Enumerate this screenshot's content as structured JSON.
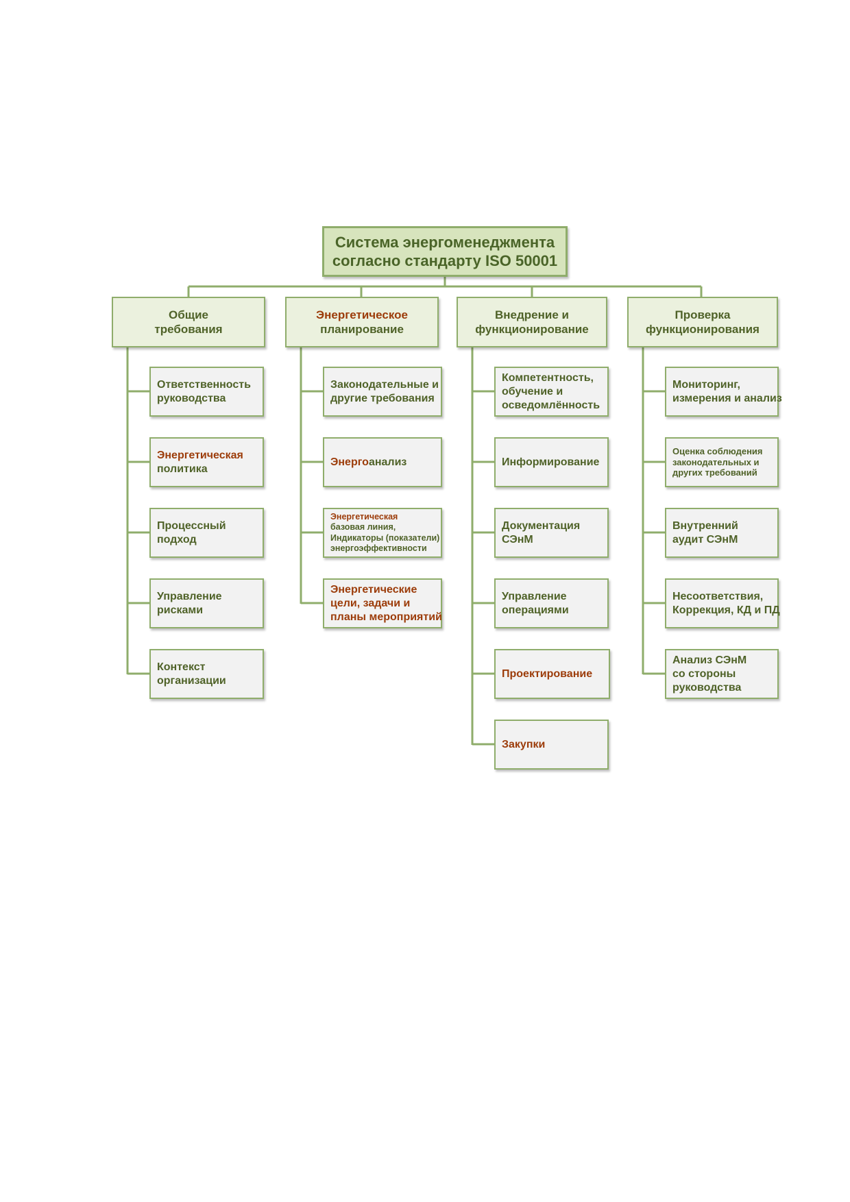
{
  "diagram": {
    "root": {
      "line1": "Система энергоменеджмента",
      "line2": "согласно стандарту ISO 50001"
    },
    "columns": [
      {
        "title_line1": "Общие",
        "title_line2": "требования",
        "items": [
          {
            "line1": "Ответственность",
            "line2": "руководства"
          },
          {
            "line1": "Энергетическая",
            "line2": "политика"
          },
          {
            "line1": "Процессный",
            "line2": "подход"
          },
          {
            "line1": "Управление",
            "line2": "рисками"
          },
          {
            "line1": "Контекст",
            "line2": "организации"
          }
        ]
      },
      {
        "title_line1": "Энергетическое",
        "title_line2": "планирование",
        "items": [
          {
            "line1": "Законодательные и",
            "line2": "другие требования"
          },
          {
            "part1": "Энерго",
            "part2": "анализ"
          },
          {
            "line1": "Энергетическая",
            "line2": "базовая линия,",
            "line3": "Индикаторы (показатели)",
            "line4": "энергоэффективности"
          },
          {
            "line1": "Энергетические",
            "line2": "цели, задачи и",
            "line3": "планы мероприятий"
          }
        ]
      },
      {
        "title_line1": "Внедрение и",
        "title_line2": "функционирование",
        "items": [
          {
            "line1": "Компетентность,",
            "line2": "обучение и",
            "line3": "осведомлённость"
          },
          {
            "line1": "Информирование"
          },
          {
            "line1": "Документация",
            "line2": "СЭнМ"
          },
          {
            "line1": "Управление",
            "line2": "операциями"
          },
          {
            "line1": "Проектирование"
          },
          {
            "line1": "Закупки"
          }
        ]
      },
      {
        "title_line1": "Проверка",
        "title_line2": "функционирования",
        "items": [
          {
            "line1": "Мониторинг,",
            "line2": "измерения и анализ"
          },
          {
            "line1": "Оценка соблюдения",
            "line2": "законодательных и",
            "line3": "других требований"
          },
          {
            "line1": "Внутренний",
            "line2": "аудит СЭнМ"
          },
          {
            "line1": "Несоответствия,",
            "line2": "Коррекция, КД и ПД"
          },
          {
            "line1": "Анализ СЭнМ",
            "line2": "со стороны",
            "line3": "руководства"
          }
        ]
      }
    ]
  },
  "colors": {
    "border": "#8fad6b",
    "root_fill": "#d7e4bd",
    "category_fill": "#ebf1de",
    "item_fill": "#f2f2f2",
    "text_green": "#4f6228",
    "text_highlight": "#9c3c0a"
  }
}
